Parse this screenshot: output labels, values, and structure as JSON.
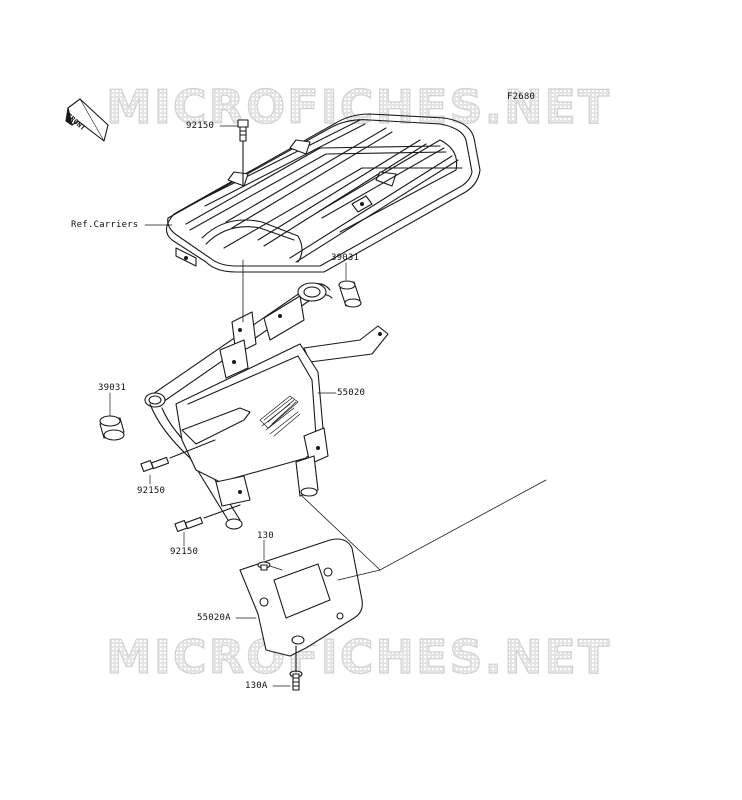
{
  "watermark": {
    "top_text": "MICROFICHES.NET",
    "bottom_text": "MICROFICHES.NET"
  },
  "diagram": {
    "figure_code": "F2680",
    "front_badge": "FRONT",
    "colors": {
      "line": "#1a1a1a",
      "watermark": "#d8d8d8"
    }
  },
  "parts": [
    {
      "id": "p-92150-top",
      "number": "92150"
    },
    {
      "id": "p-ref-carriers",
      "number": "Ref.Carriers"
    },
    {
      "id": "p-39031-right",
      "number": "39031"
    },
    {
      "id": "p-39031-left",
      "number": "39031"
    },
    {
      "id": "p-55020",
      "number": "55020"
    },
    {
      "id": "p-92150-mid",
      "number": "92150"
    },
    {
      "id": "p-92150-low",
      "number": "92150"
    },
    {
      "id": "p-130",
      "number": "130"
    },
    {
      "id": "p-55020a",
      "number": "55020A"
    },
    {
      "id": "p-130a",
      "number": "130A"
    }
  ]
}
